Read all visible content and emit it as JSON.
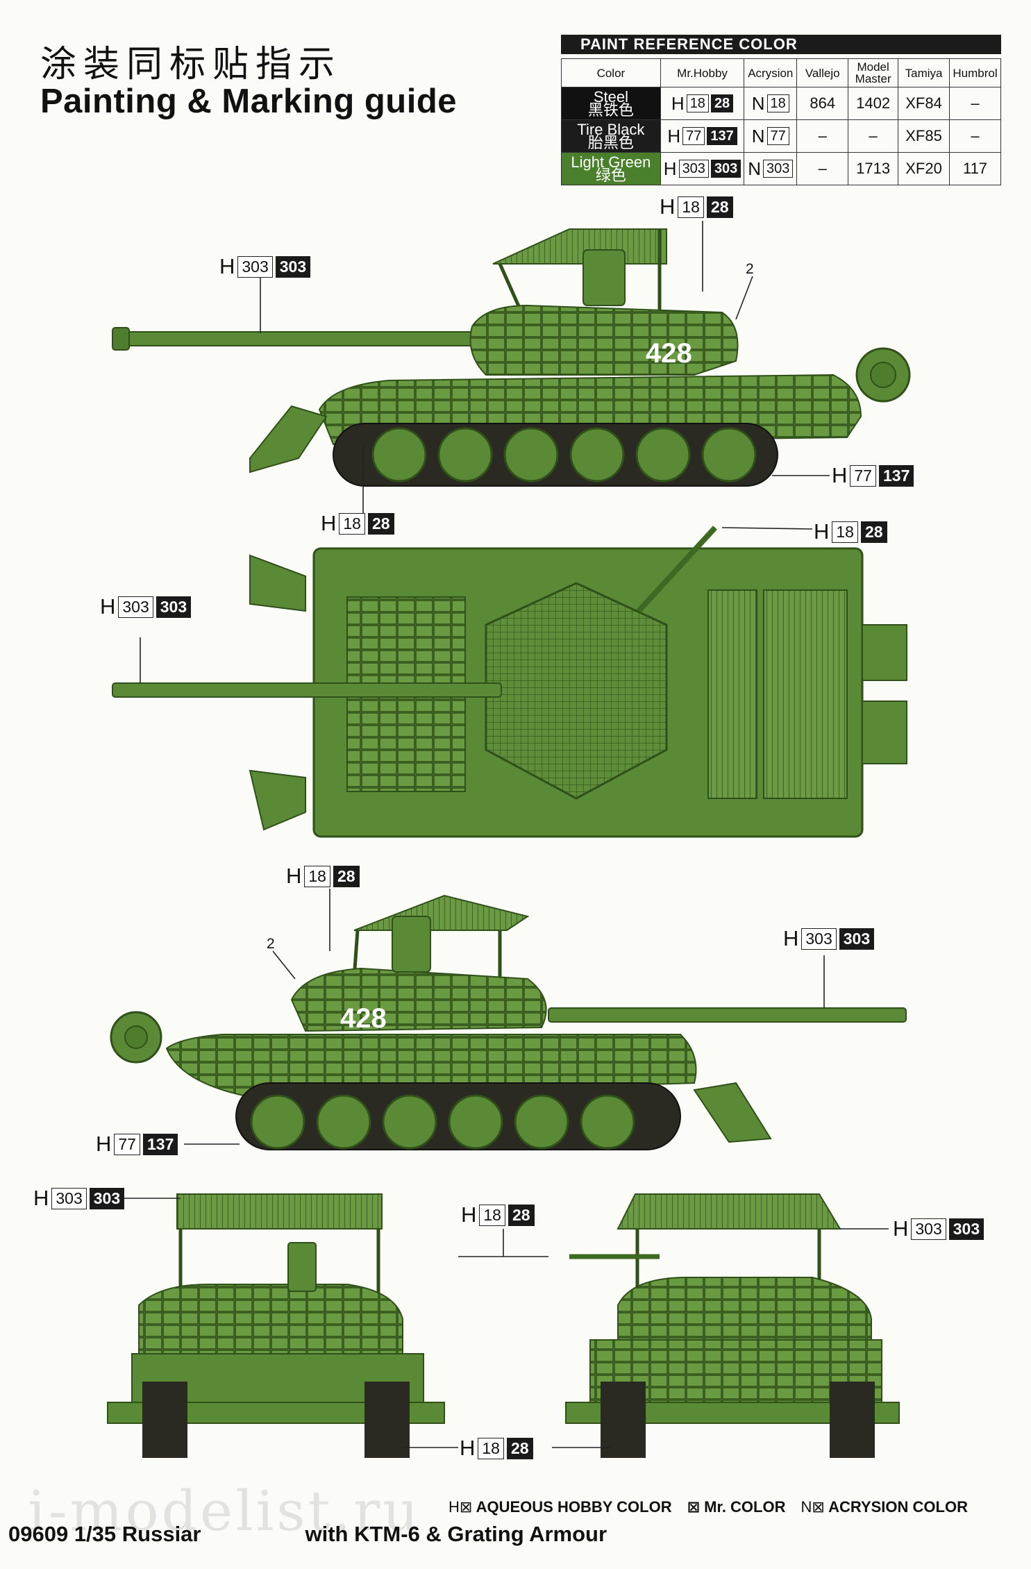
{
  "title": {
    "cn": "涂装同标贴指示",
    "en": "Painting & Marking guide"
  },
  "paint_table": {
    "header": "PAINT  REFERENCE COLOR",
    "columns": [
      "Color",
      "Mr.Hobby",
      "Acrysion",
      "Vallejo",
      "Model Master",
      "Tamiya",
      "Humbrol"
    ],
    "rows": [
      {
        "name": "Steel",
        "cn": "黑铁色",
        "swatch": "#101010",
        "h_a": "18",
        "h_b": "28",
        "n": "18",
        "vallejo": "864",
        "mm": "1402",
        "tamiya": "XF84",
        "humbrol": "–"
      },
      {
        "name": "Tire Black",
        "cn": "胎黑色",
        "swatch": "#1c1c1c",
        "h_a": "77",
        "h_b": "137",
        "n": "77",
        "vallejo": "–",
        "mm": "–",
        "tamiya": "XF85",
        "humbrol": "–"
      },
      {
        "name": "Light Green",
        "cn": "绿色",
        "swatch": "#4a7f2c",
        "h_a": "303",
        "h_b": "303",
        "n": "303",
        "vallejo": "–",
        "mm": "1713",
        "tamiya": "XF20",
        "humbrol": "117"
      }
    ]
  },
  "callouts": {
    "h_letter": "H",
    "steel_a": "18",
    "steel_b": "28",
    "tire_a": "77",
    "tire_b": "137",
    "green_a": "303",
    "green_b": "303",
    "n_letter": "N",
    "part_num": "2"
  },
  "tank_number": "428",
  "colors": {
    "tank_green": "#5a8a35",
    "tank_dark": "#3d6a22",
    "track": "#2a2a22"
  },
  "legend": {
    "aqueous": "AQUEOUS HOBBY COLOR",
    "mr": "Mr. COLOR",
    "acrysion": "ACRYSION COLOR",
    "h_mark": "H⊠",
    "mr_mark": "⊠",
    "n_mark": "N⊠"
  },
  "footer": {
    "part1": "09609 1/35  Russiar",
    "part2": "with KTM-6 & Grating Armour"
  },
  "watermark": "i-modelist.ru"
}
